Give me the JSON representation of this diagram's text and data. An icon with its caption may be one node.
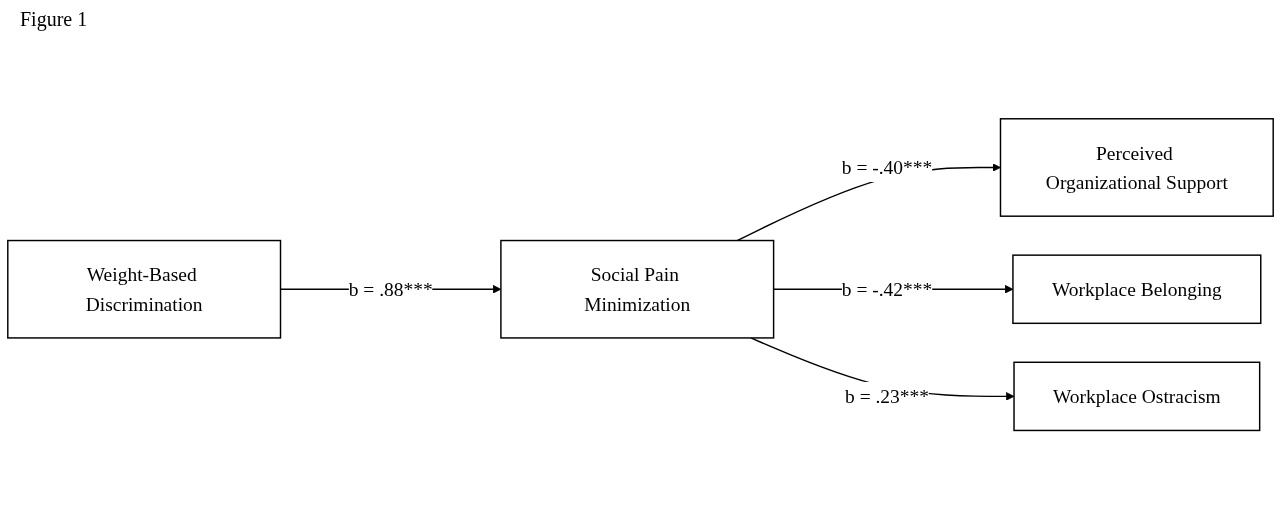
{
  "diagram": {
    "title": "Figure 1",
    "nodes": [
      {
        "text": [
          "Weight-Based Discrimination"
        ]
      },
      {
        "text": [
          "Social Pain Minimization"
        ]
      },
      {
        "text": [
          "Perceived Organizational Support"
        ]
      },
      {
        "text": [
          "Workplace Belonging"
        ]
      },
      {
        "text": [
          "Workplace Ostracism"
        ]
      }
    ],
    "edges": [
      {
        "from": 0,
        "to": 1,
        "arrow": "to",
        "label": "b = .88***"
      },
      {
        "from": 1,
        "to": 2,
        "arrow": "to",
        "label": "b = -.40***"
      },
      {
        "from": 1,
        "to": 3,
        "arrow": "to",
        "label": "b = -.42***"
      },
      {
        "from": 1,
        "to": 4,
        "arrow": "to",
        "label": "b = .23***"
      }
    ]
  }
}
